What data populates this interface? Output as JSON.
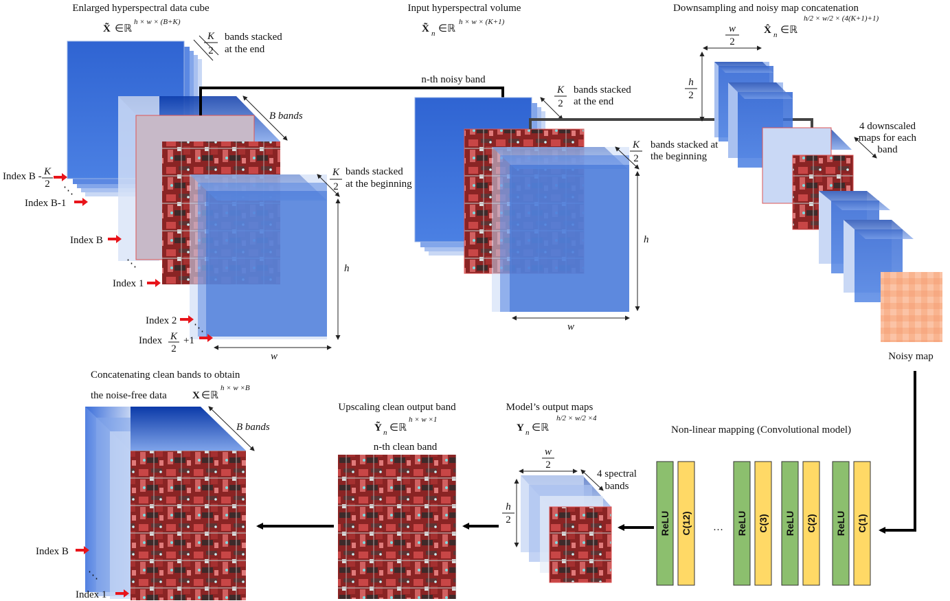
{
  "top": {
    "cube1": {
      "title": "Enlarged hyperspectral data cube",
      "symbol": "X̃",
      "in": "∈ℝ",
      "dims": "h × w × (B+K)",
      "k_num": "K",
      "k_den": "2",
      "bands_end": [
        "bands stacked",
        "at the end"
      ],
      "b_bands": "B bands",
      "bands_begin": [
        "bands stacked",
        "at the beginning"
      ],
      "h": "h",
      "w": "w",
      "indices": {
        "b_minus_k": [
          "Index B -",
          "K",
          "2"
        ],
        "b_minus_1": "Index B-1",
        "b": "Index B",
        "one": "Index 1",
        "two": "Index 2",
        "k_plus_1": [
          "Index",
          "K",
          "2",
          "+1"
        ]
      }
    },
    "cube2": {
      "title": "Input hyperspectral volume",
      "symbol": "X̃",
      "sub": "n",
      "in": "∈ℝ",
      "dims": "h × w × (K+1)",
      "noisy_band": "n-th noisy band",
      "k_num": "K",
      "k_den": "2",
      "bands_end": [
        "bands stacked",
        "at the end"
      ],
      "bands_begin": [
        "bands stacked at",
        "the beginning"
      ],
      "h": "h",
      "w": "w"
    },
    "cube3": {
      "title": "Downsampling and noisy map concatenation",
      "symbol": "X̂",
      "sub": "n",
      "in": "∈ℝ",
      "dims": "h/2 × w/2 × (4(K+1)+1)",
      "w_num": "w",
      "w_den": "2",
      "h_num": "h",
      "h_den": "2",
      "downscaled": [
        "4 downscaled",
        "maps for each",
        "band"
      ],
      "noisy_map": "Noisy map"
    }
  },
  "bottom": {
    "final": {
      "title": [
        "Concatenating clean bands to obtain",
        "the noise-free data"
      ],
      "symbol": "X",
      "in": "∈ℝ",
      "dims": "h × w ×B",
      "b_bands": "B bands",
      "index_b": "Index B",
      "index_1": "Index 1"
    },
    "upscale": {
      "title": "Upscaling clean output band",
      "symbol": "Ỹ",
      "sub": "n",
      "in": "∈ℝ",
      "dims": "h × w ×1",
      "clean_band": "n-th clean band"
    },
    "output": {
      "title": "Model’s output maps",
      "symbol": "Y",
      "sub": "n",
      "in": "∈ℝ",
      "dims": "h/2 × w/2 ×4",
      "w_num": "w",
      "w_den": "2",
      "h_num": "h",
      "h_den": "2",
      "spectral": [
        "4 spectral",
        "bands"
      ]
    },
    "model": {
      "title": "Non-linear mapping (Convolutional model)",
      "layers": [
        "ReLU",
        "C(12)",
        "ReLU",
        "C(3)",
        "ReLU",
        "C(2)",
        "ReLU",
        "C(1)"
      ],
      "ellipsis": "…"
    }
  },
  "colors": {
    "cube_blue": "#3a6fd6",
    "relu_green": "#8cbf6e",
    "conv_yellow": "#ffd966",
    "arrow_red": "#e8141a",
    "noisy_map": "#f9b48f"
  }
}
